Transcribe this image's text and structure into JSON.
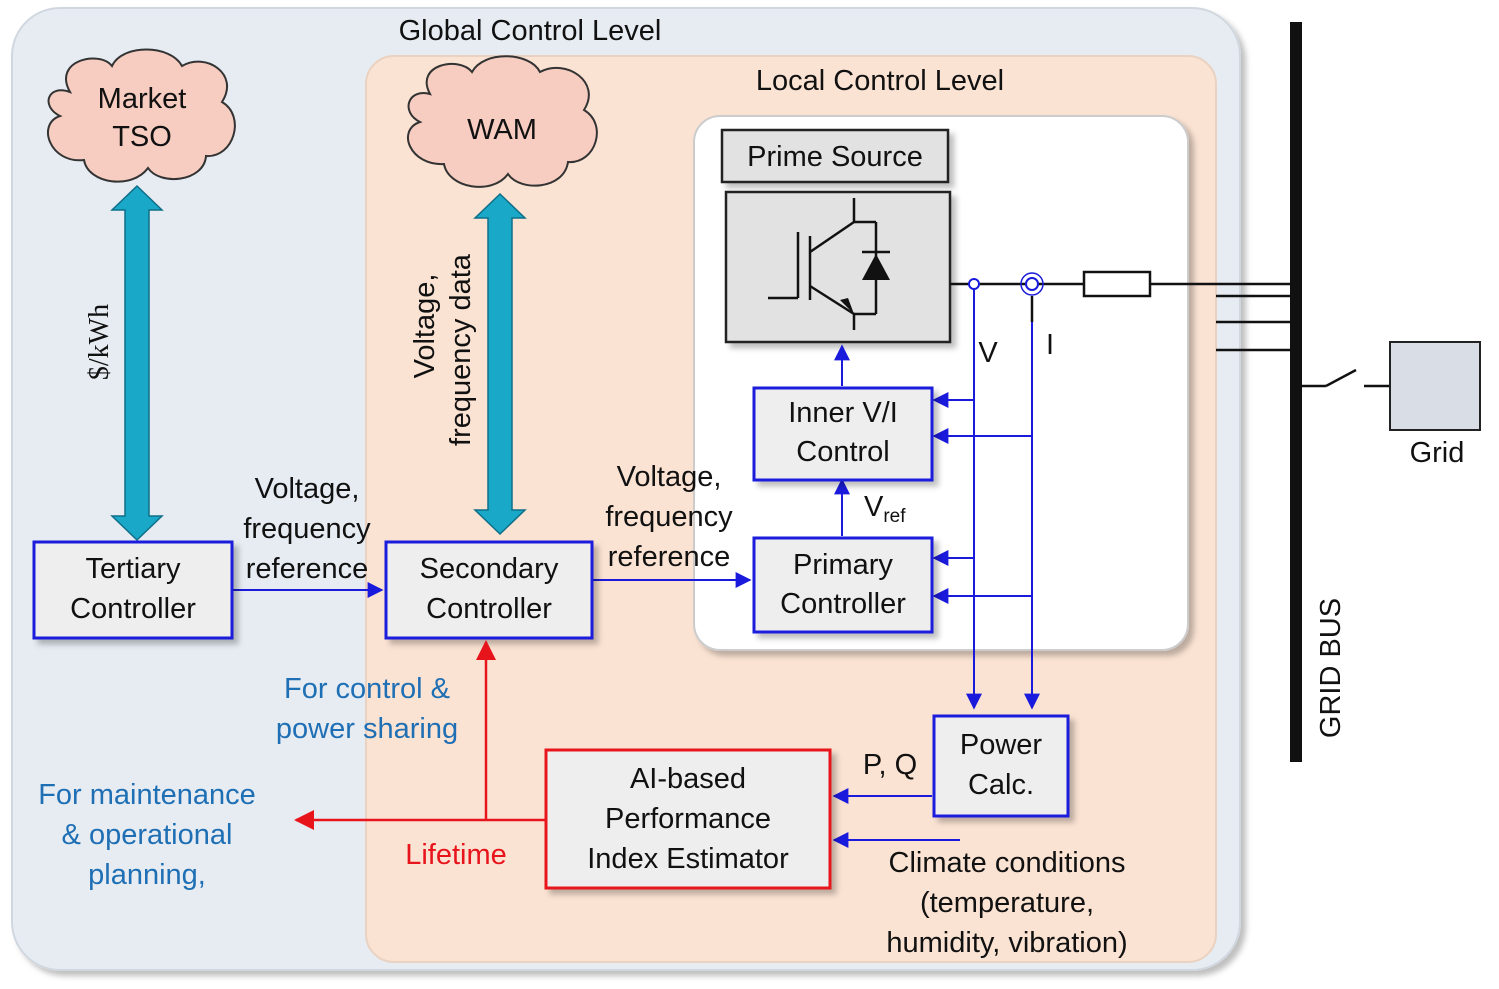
{
  "levels": {
    "global": "Global Control Level",
    "local": "Local Control Level"
  },
  "clouds": {
    "market_line1": "Market",
    "market_line2": "TSO",
    "wam": "WAM"
  },
  "arrows": {
    "price": "$/kWh",
    "wam_line1": "Voltage,",
    "wam_line2": "frequency data"
  },
  "blocks": {
    "prime_source": "Prime Source",
    "inner_line1": "Inner V/I",
    "inner_line2": "Control",
    "primary_line1": "Primary",
    "primary_line2": "Controller",
    "secondary_line1": "Secondary",
    "secondary_line2": "Controller",
    "tertiary_line1": "Tertiary",
    "tertiary_line2": "Controller",
    "power_line1": "Power",
    "power_line2": "Calc.",
    "ai_line1": "AI-based",
    "ai_line2": "Performance",
    "ai_line3": "Index Estimator",
    "grid": "Grid"
  },
  "signals": {
    "ref1_line1": "Voltage,",
    "ref1_line2": "frequency",
    "ref1_line3": "reference",
    "ref2_line1": "Voltage,",
    "ref2_line2": "frequency",
    "ref2_line3": "reference",
    "v": "V",
    "i": "I",
    "vref_main": "V",
    "vref_sub": "ref",
    "pq": "P, Q",
    "lifetime": "Lifetime",
    "control_line1": "For control &",
    "control_line2": "power sharing",
    "maint_line1": "For maintenance",
    "maint_line2": "& operational",
    "maint_line3": "planning,",
    "climate_line1": "Climate conditions",
    "climate_line2": "(temperature,",
    "climate_line3": "humidity, vibration)",
    "grid_bus": "GRID BUS"
  },
  "colors": {
    "global_bg": "#e6ecf2",
    "local_bg": "#fbe3d3",
    "block_border": "#1a1adc",
    "signal_blue": "#1a1adc",
    "ai_border": "#e8141c",
    "cyan_arrow": "#1aa8c8",
    "cloud_fill": "#f6cdc0",
    "text_blue": "#1f6fb5",
    "text_red": "#e8141c"
  }
}
